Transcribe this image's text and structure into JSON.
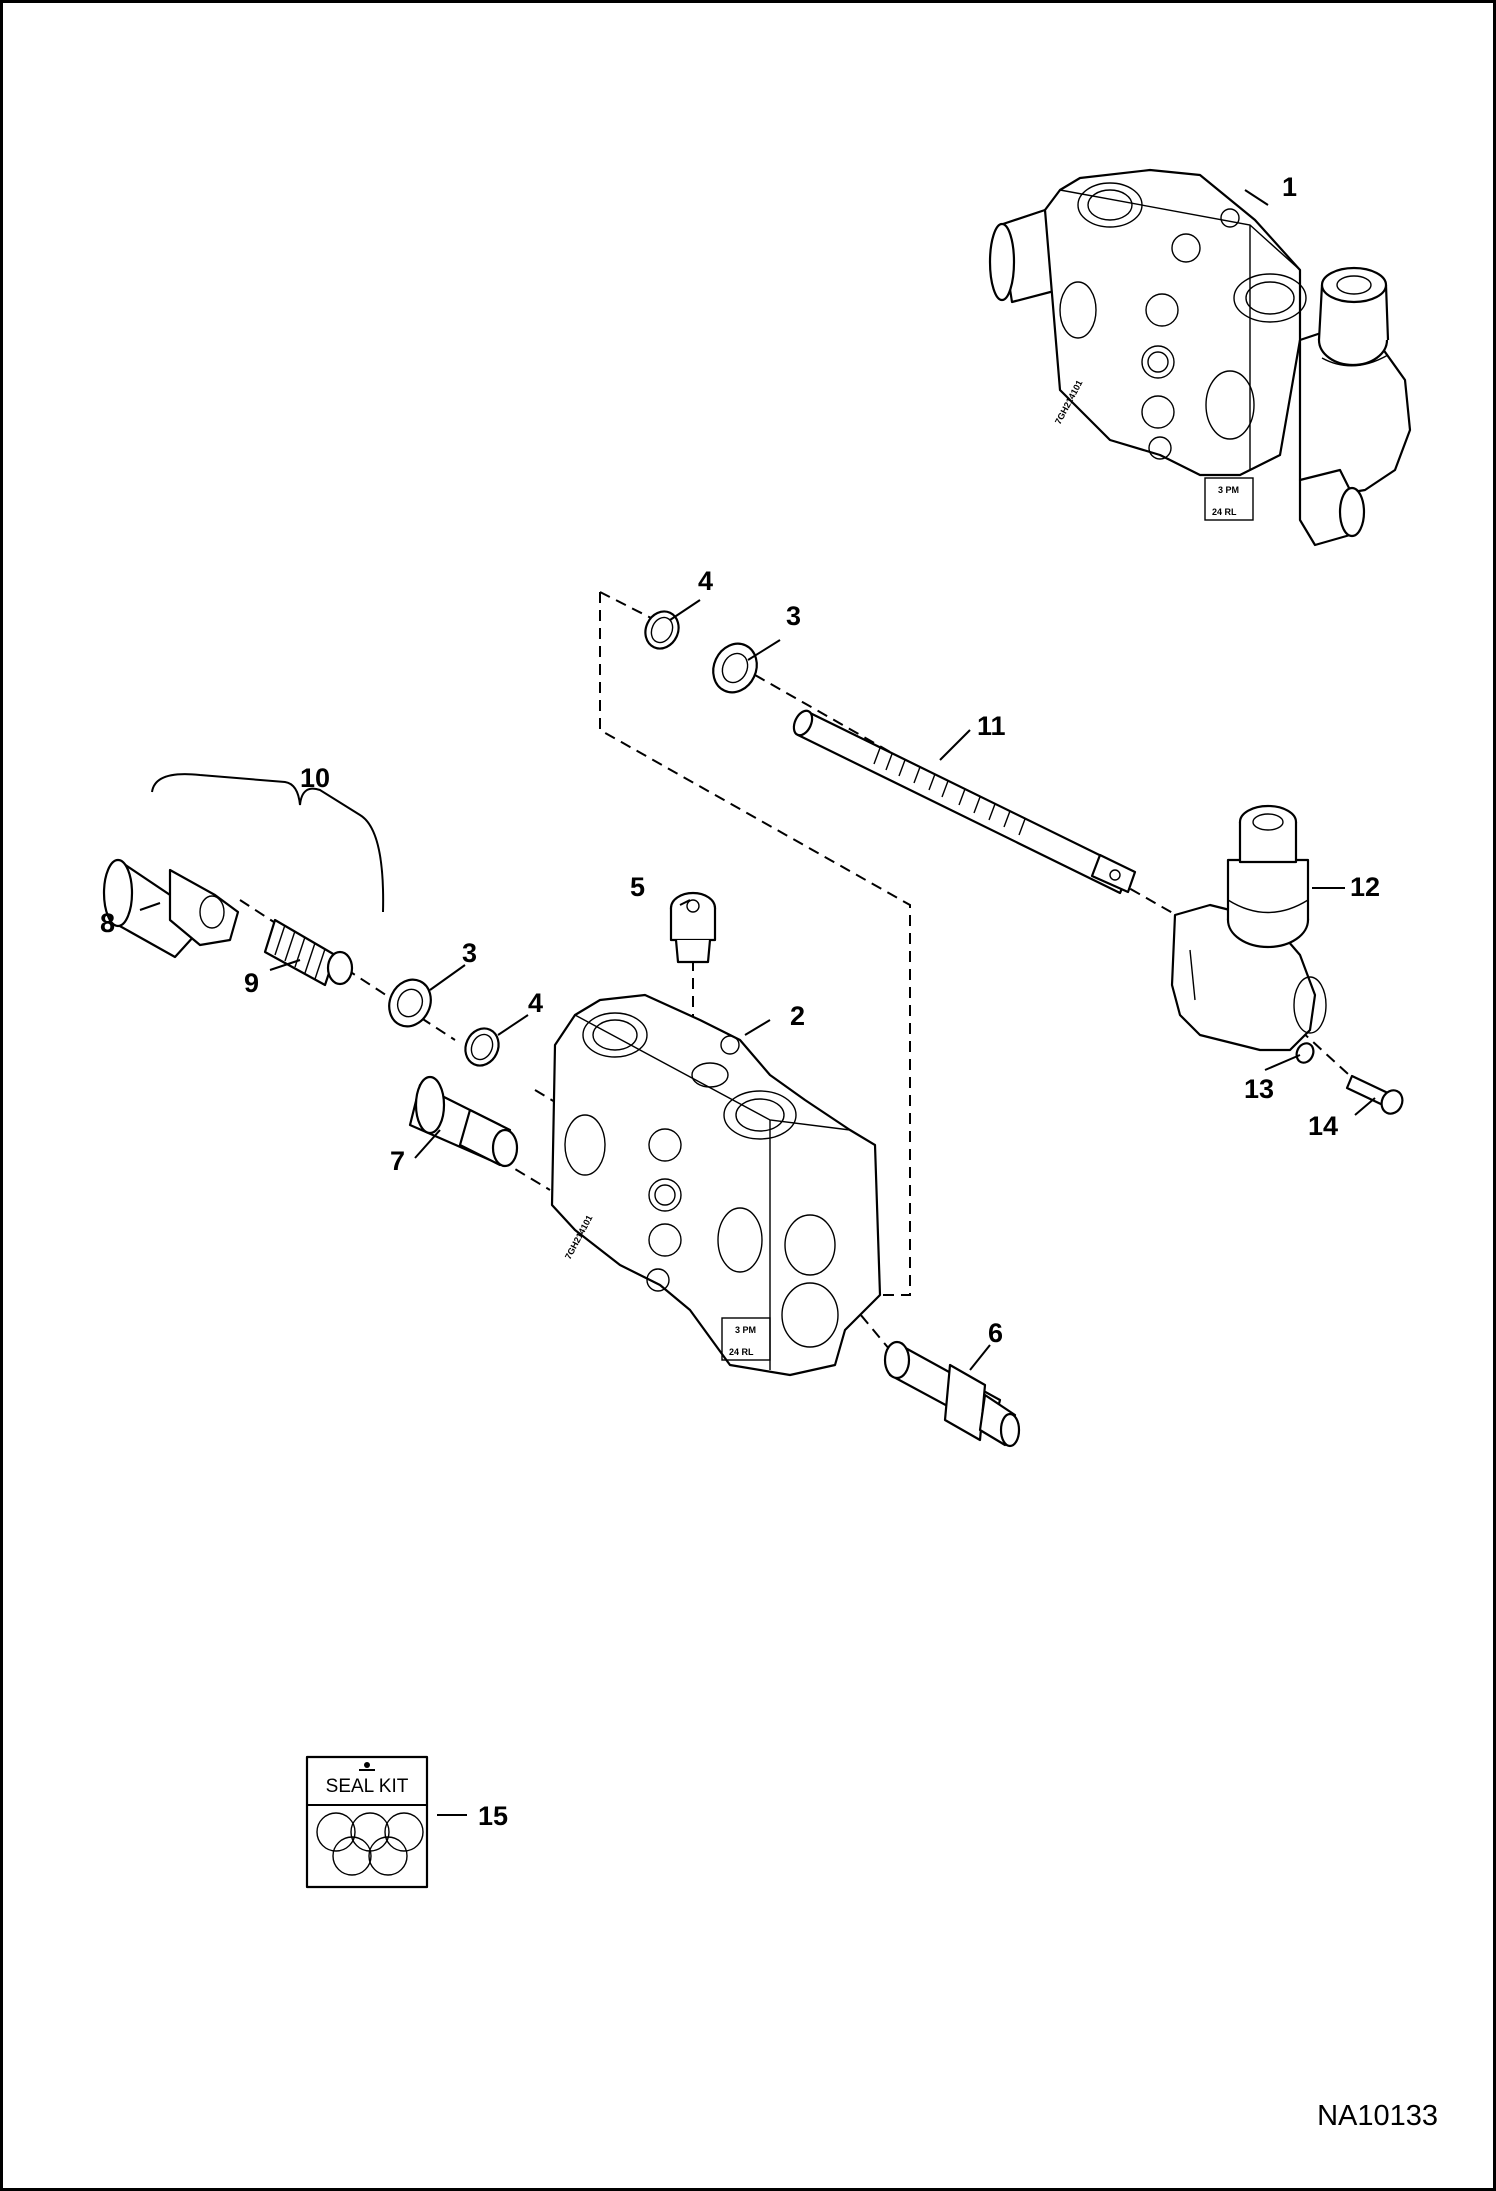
{
  "figure_id": "NA10133",
  "callouts": {
    "c1": "1",
    "c2": "2",
    "c3a": "3",
    "c3b": "3",
    "c4a": "4",
    "c4b": "4",
    "c5": "5",
    "c6": "6",
    "c7": "7",
    "c8": "8",
    "c9": "9",
    "c10": "10",
    "c11": "11",
    "c12": "12",
    "c13": "13",
    "c14": "14",
    "c15": "15"
  },
  "seal_kit_label": "SEAL KIT",
  "stamps": {
    "serial_top": "7GH214101",
    "serial_mid": "7GH214101",
    "port_top": "3 PM",
    "code_top": "24 RL",
    "port_mid": "3 PM",
    "code_mid": "24 RL"
  }
}
